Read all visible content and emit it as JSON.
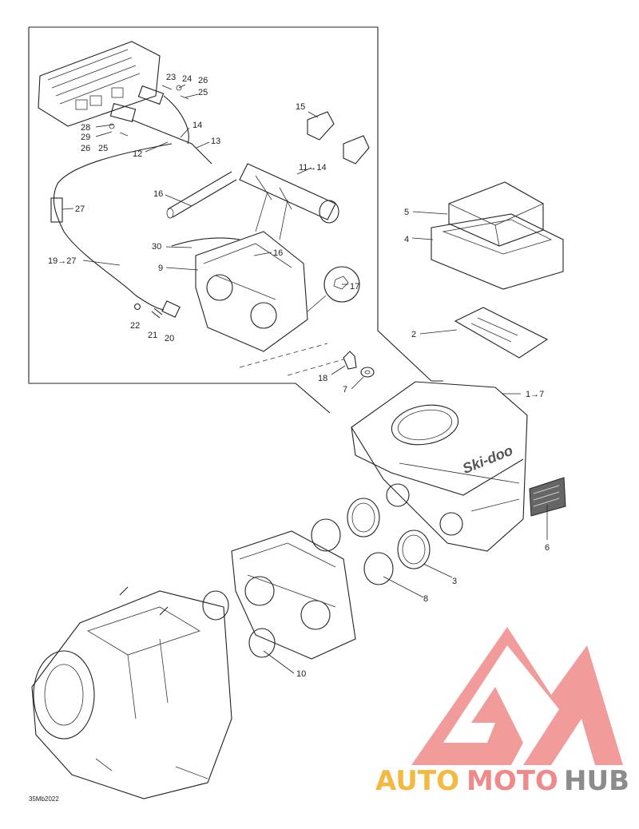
{
  "diagram": {
    "reference_code": "35Mb2022",
    "callouts": [
      {
        "id": "c23",
        "label": "23"
      },
      {
        "id": "c24",
        "label": "24"
      },
      {
        "id": "c26a",
        "label": "26"
      },
      {
        "id": "c25a",
        "label": "25"
      },
      {
        "id": "c15",
        "label": "15"
      },
      {
        "id": "c28",
        "label": "28"
      },
      {
        "id": "c29",
        "label": "29"
      },
      {
        "id": "c26b",
        "label": "26"
      },
      {
        "id": "c25b",
        "label": "25"
      },
      {
        "id": "c14",
        "label": "14"
      },
      {
        "id": "c13",
        "label": "13"
      },
      {
        "id": "c12",
        "label": "12"
      },
      {
        "id": "c11to14",
        "label": "11→14"
      },
      {
        "id": "c16a",
        "label": "16"
      },
      {
        "id": "c27",
        "label": "27"
      },
      {
        "id": "c5",
        "label": "5"
      },
      {
        "id": "c4",
        "label": "4"
      },
      {
        "id": "c30",
        "label": "30"
      },
      {
        "id": "c16b",
        "label": "16"
      },
      {
        "id": "c9",
        "label": "9"
      },
      {
        "id": "c19to27",
        "label": "19→27"
      },
      {
        "id": "c17",
        "label": "17"
      },
      {
        "id": "c22",
        "label": "22"
      },
      {
        "id": "c21",
        "label": "21"
      },
      {
        "id": "c20",
        "label": "20"
      },
      {
        "id": "c2",
        "label": "2"
      },
      {
        "id": "c18",
        "label": "18"
      },
      {
        "id": "c7",
        "label": "7"
      },
      {
        "id": "c1to7",
        "label": "1→7"
      },
      {
        "id": "c6",
        "label": "6"
      },
      {
        "id": "c3",
        "label": "3"
      },
      {
        "id": "c8",
        "label": "8"
      },
      {
        "id": "c10",
        "label": "10"
      }
    ],
    "silencer_brand": "Ski-doo"
  },
  "watermark": {
    "brand_parts": [
      "AUTO",
      "MOTO",
      "HUB"
    ],
    "colors": {
      "auto": "#f5b840",
      "moto": "#f08a8a",
      "hub": "#8c8c8c",
      "logo": "#f08a8a"
    }
  }
}
